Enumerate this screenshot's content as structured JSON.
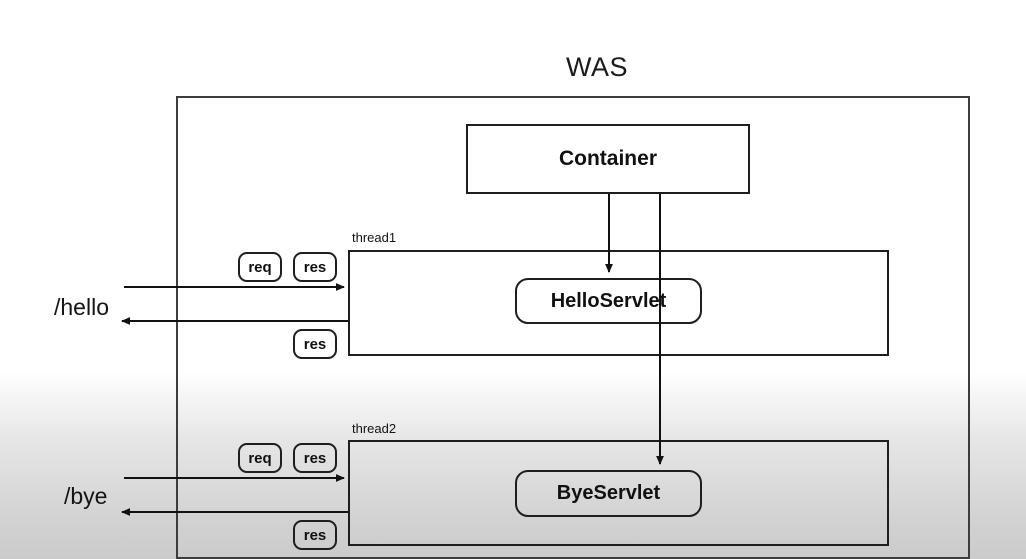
{
  "diagram": {
    "title": "WAS",
    "container": {
      "label": "Container"
    },
    "threads": [
      {
        "label": "thread1",
        "servlet": "HelloServlet",
        "path": "/hello",
        "pills": [
          "req",
          "res",
          "res"
        ]
      },
      {
        "label": "thread2",
        "servlet": "ByeServlet",
        "path": "/bye",
        "pills": [
          "req",
          "res",
          "res"
        ]
      }
    ],
    "colors": {
      "stroke": "#1e1e1e",
      "outer_stroke": "#3c3c3c",
      "text": "#111111",
      "background_top": "#ffffff",
      "background_bottom": "#cbcbcb"
    }
  }
}
